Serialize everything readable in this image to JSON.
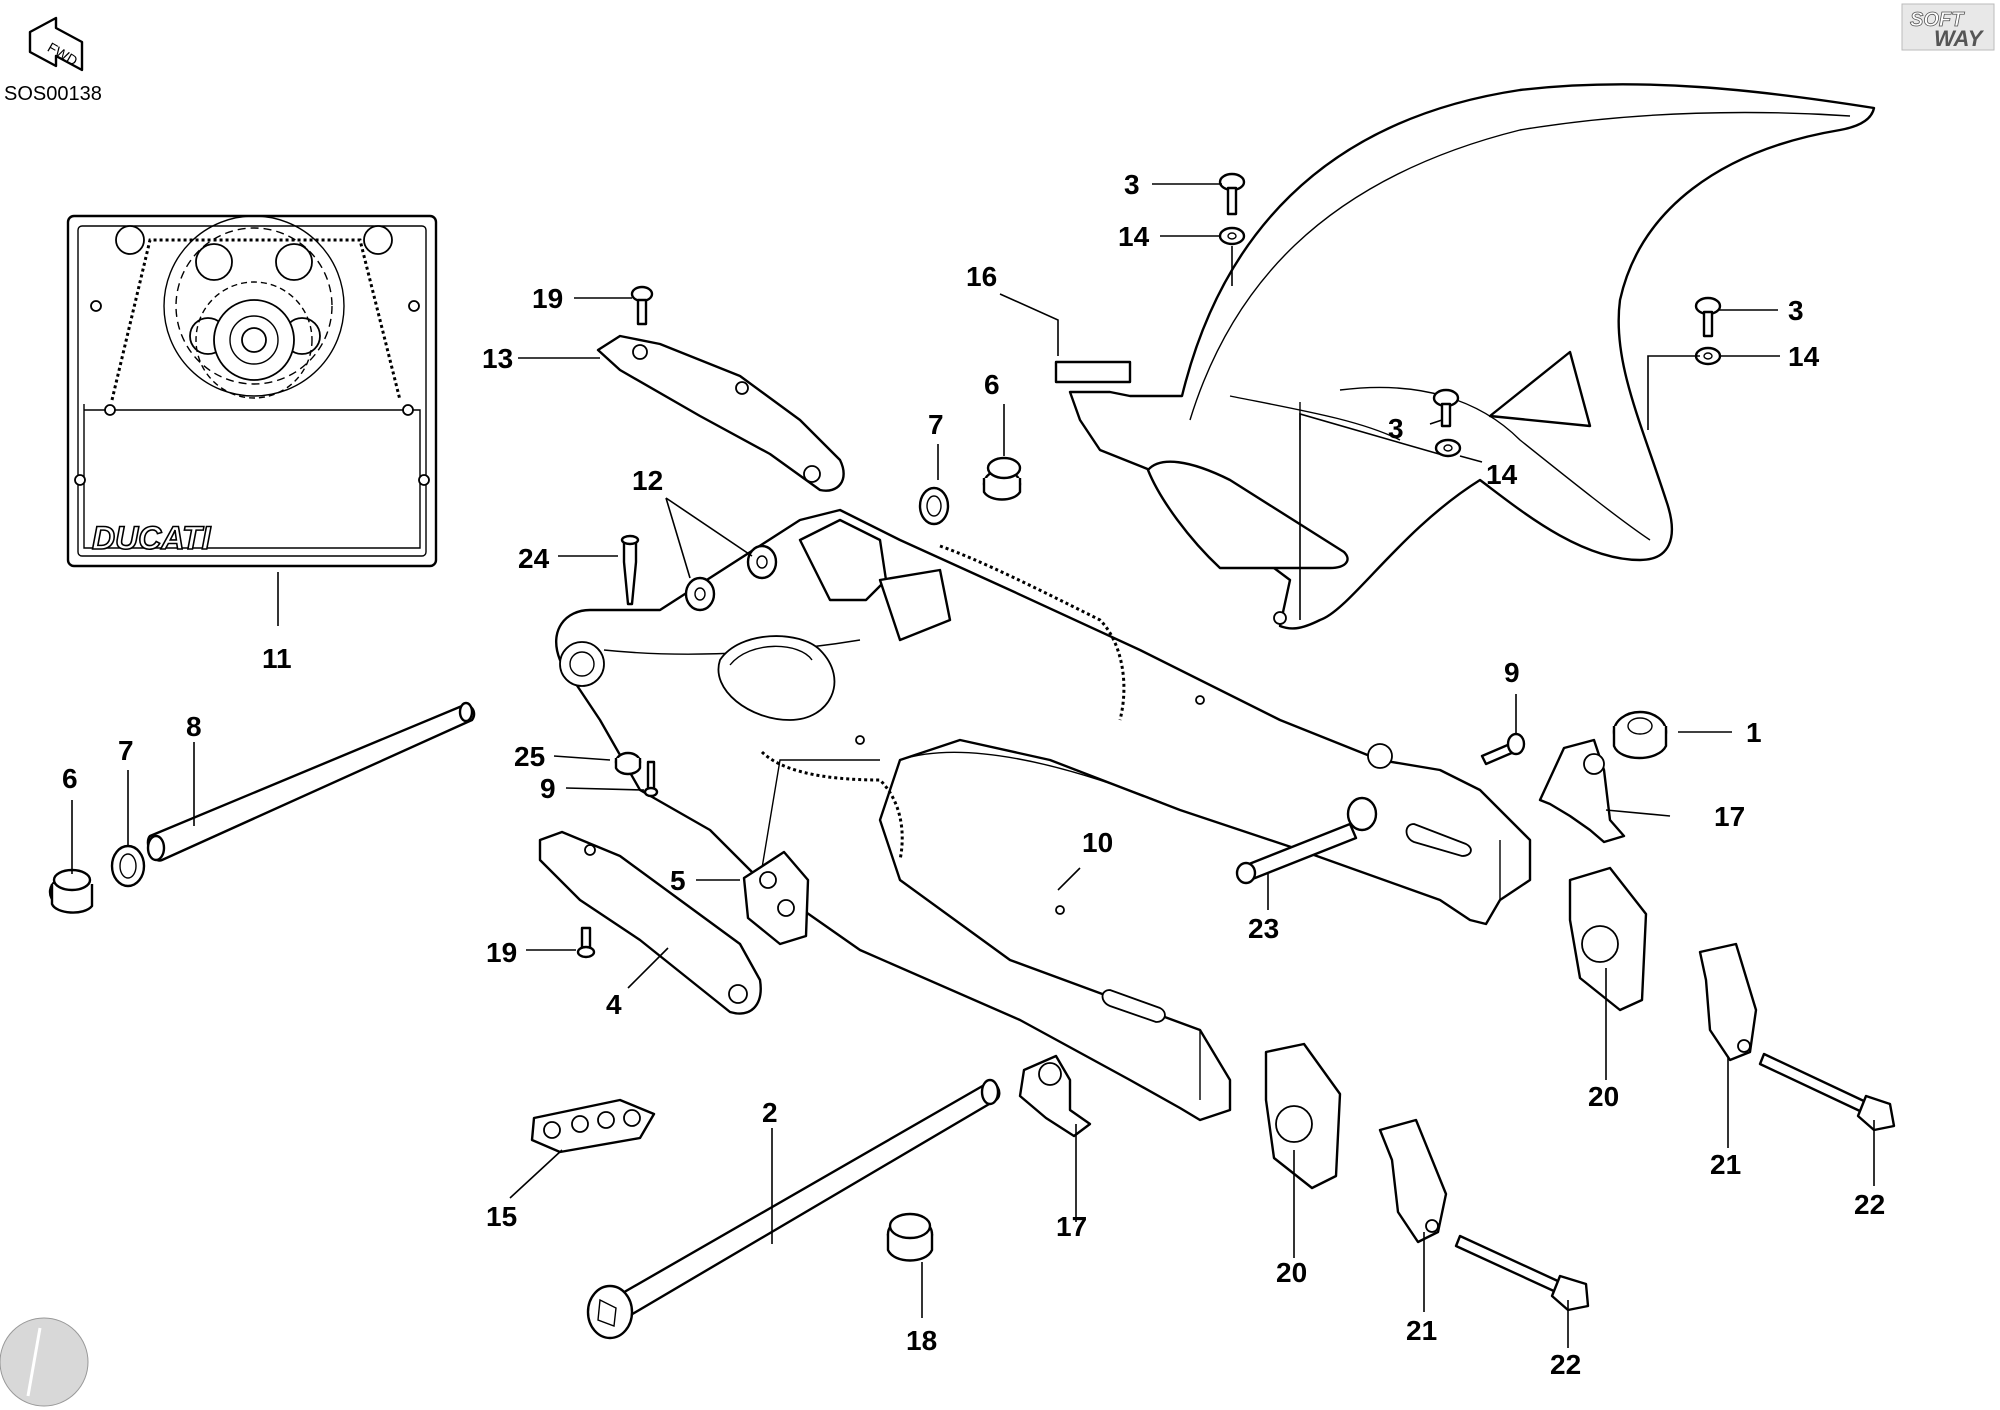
{
  "document_id": "SOS00138",
  "fwd_badge": "FWD",
  "brand_mark": {
    "line1": "SOFT",
    "line2": "WAY"
  },
  "ducati_text": "DUCATI",
  "callouts": [
    {
      "id": "c3a",
      "label": "3"
    },
    {
      "id": "c14a",
      "label": "14"
    },
    {
      "id": "c16",
      "label": "16"
    },
    {
      "id": "c3b",
      "label": "3"
    },
    {
      "id": "c14b",
      "label": "14"
    },
    {
      "id": "c3c",
      "label": "3"
    },
    {
      "id": "c14c",
      "label": "14"
    },
    {
      "id": "c19a",
      "label": "19"
    },
    {
      "id": "c13",
      "label": "13"
    },
    {
      "id": "c6a",
      "label": "6"
    },
    {
      "id": "c7a",
      "label": "7"
    },
    {
      "id": "c12",
      "label": "12"
    },
    {
      "id": "c24",
      "label": "24"
    },
    {
      "id": "c11",
      "label": "11"
    },
    {
      "id": "c8",
      "label": "8"
    },
    {
      "id": "c6b",
      "label": "6"
    },
    {
      "id": "c7b",
      "label": "7"
    },
    {
      "id": "c25",
      "label": "25"
    },
    {
      "id": "c9a",
      "label": "9"
    },
    {
      "id": "c9b",
      "label": "9"
    },
    {
      "id": "c1",
      "label": "1"
    },
    {
      "id": "c17a",
      "label": "17"
    },
    {
      "id": "c10",
      "label": "10"
    },
    {
      "id": "c5",
      "label": "5"
    },
    {
      "id": "c23",
      "label": "23"
    },
    {
      "id": "c19b",
      "label": "19"
    },
    {
      "id": "c4",
      "label": "4"
    },
    {
      "id": "c20a",
      "label": "20"
    },
    {
      "id": "c21a",
      "label": "21"
    },
    {
      "id": "c22a",
      "label": "22"
    },
    {
      "id": "c2",
      "label": "2"
    },
    {
      "id": "c15",
      "label": "15"
    },
    {
      "id": "c17b",
      "label": "17"
    },
    {
      "id": "c18",
      "label": "18"
    },
    {
      "id": "c20b",
      "label": "20"
    },
    {
      "id": "c21b",
      "label": "21"
    },
    {
      "id": "c22b",
      "label": "22"
    }
  ]
}
